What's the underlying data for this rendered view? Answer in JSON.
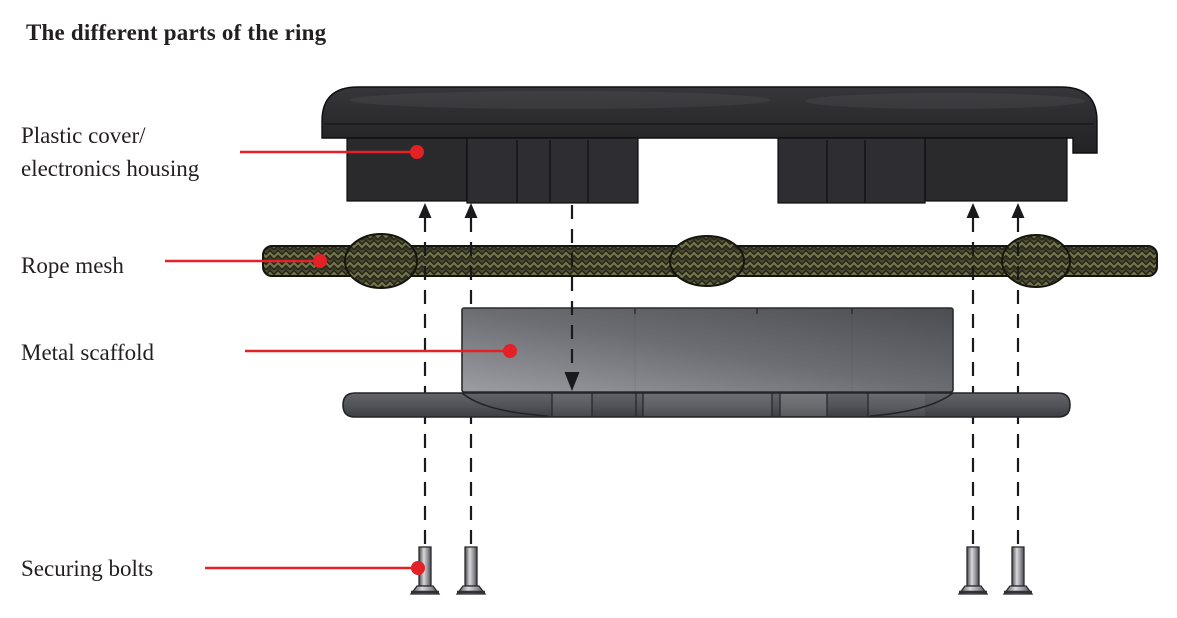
{
  "title": "The different parts of the ring",
  "labels": {
    "plastic_cover": "Plastic cover/\nelectronics housing",
    "rope_mesh": "Rope mesh",
    "metal_scaffold": "Metal scaffold",
    "securing_bolts": "Securing bolts"
  },
  "parts": [
    {
      "name": "Plastic cover / electronics housing"
    },
    {
      "name": "Rope mesh"
    },
    {
      "name": "Metal scaffold"
    },
    {
      "name": "Securing bolts"
    }
  ],
  "colors": {
    "accent": "#e32126",
    "text": "#231f20",
    "background": "#ffffff",
    "cover": "#2a2a2d",
    "cover_tab": "#2e2e32",
    "rope_base": "#26261c",
    "rope_weave": "#75754a",
    "scaffold_light": "#9b9da2",
    "scaffold_dark": "#4b4d52",
    "plate": "#515257",
    "line": "#1a1a1c"
  }
}
